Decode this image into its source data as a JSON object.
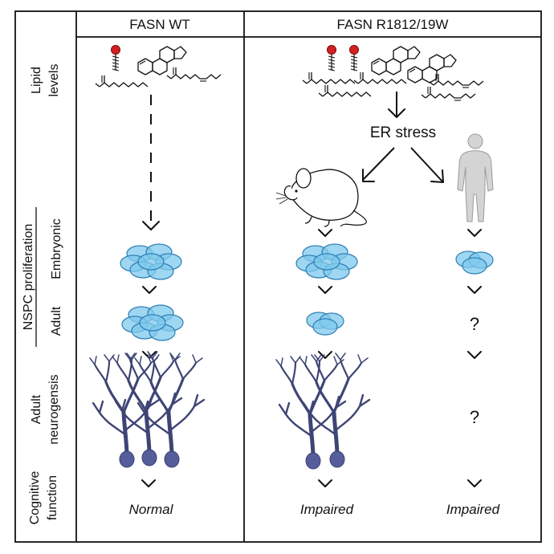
{
  "headers": {
    "wt": "FASN WT",
    "mutant": "FASN R1812/19W"
  },
  "row_labels": {
    "lipid": [
      "Lipid",
      "levels"
    ],
    "nspc": "NSPC proliferation",
    "embryonic": "Embryonic",
    "adult": "Adult",
    "neurogenesis": [
      "Adult",
      "neurogensis"
    ],
    "cognitive": [
      "Cognitive",
      "function"
    ]
  },
  "er_stress": "ER stress",
  "unknown_mark": "?",
  "outcomes": {
    "wt": "Normal",
    "mouse": "Impaired",
    "human": "Impaired"
  },
  "icons": [
    "lipid-molecule-icon",
    "steroid-icon",
    "fatty-acid-icon",
    "mouse-icon",
    "human-figure-icon",
    "nspc-cluster-icon",
    "neuron-icon",
    "chevron-down-icon"
  ],
  "colors": {
    "cell_fill": "#7fc8ec",
    "cell_stroke": "#2d7fb5",
    "neuron": "#3e4575",
    "soma": "#555e9b",
    "lipid_head": "#d32020"
  }
}
